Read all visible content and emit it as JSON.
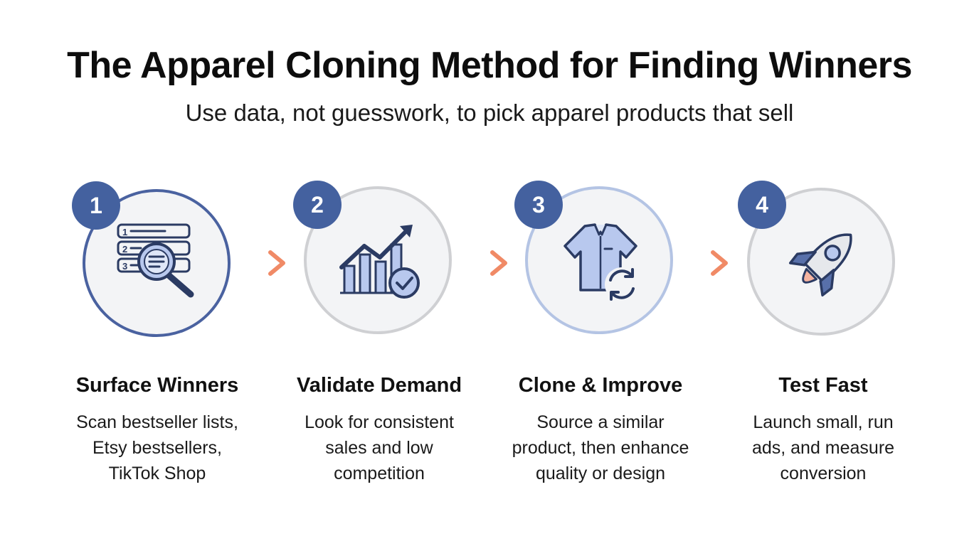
{
  "header": {
    "title": "The Apparel Cloning Method for Finding Winners",
    "subtitle": "Use data, not guesswork, to pick apparel products that sell"
  },
  "colors": {
    "badge": "#44619f",
    "ring_active": "#4a62a0",
    "ring_inactive": "#cfd0d3",
    "ring_light": "#b4c4e4",
    "arrow": "#f08a66",
    "icon_fill": "#b8c8ee",
    "icon_stroke": "#2b3b63"
  },
  "steps": [
    {
      "number": "1",
      "title": "Surface Winners",
      "desc": [
        "Scan bestseller lists,",
        "Etsy bestsellers,",
        "TikTok Shop"
      ],
      "icon": "ranked-list-magnifier-icon",
      "list_numbers": [
        "1",
        "2",
        "3"
      ]
    },
    {
      "number": "2",
      "title": "Validate Demand",
      "desc": [
        "Look for consistent",
        "sales and low",
        "competition"
      ],
      "icon": "rising-chart-check-icon"
    },
    {
      "number": "3",
      "title": "Clone & Improve",
      "desc": [
        "Source a similar",
        "product, then enhance",
        "quality or design"
      ],
      "icon": "shirt-refresh-icon"
    },
    {
      "number": "4",
      "title": "Test Fast",
      "desc": [
        "Launch small, run",
        "ads, and measure",
        "conversion"
      ],
      "icon": "rocket-icon"
    }
  ]
}
